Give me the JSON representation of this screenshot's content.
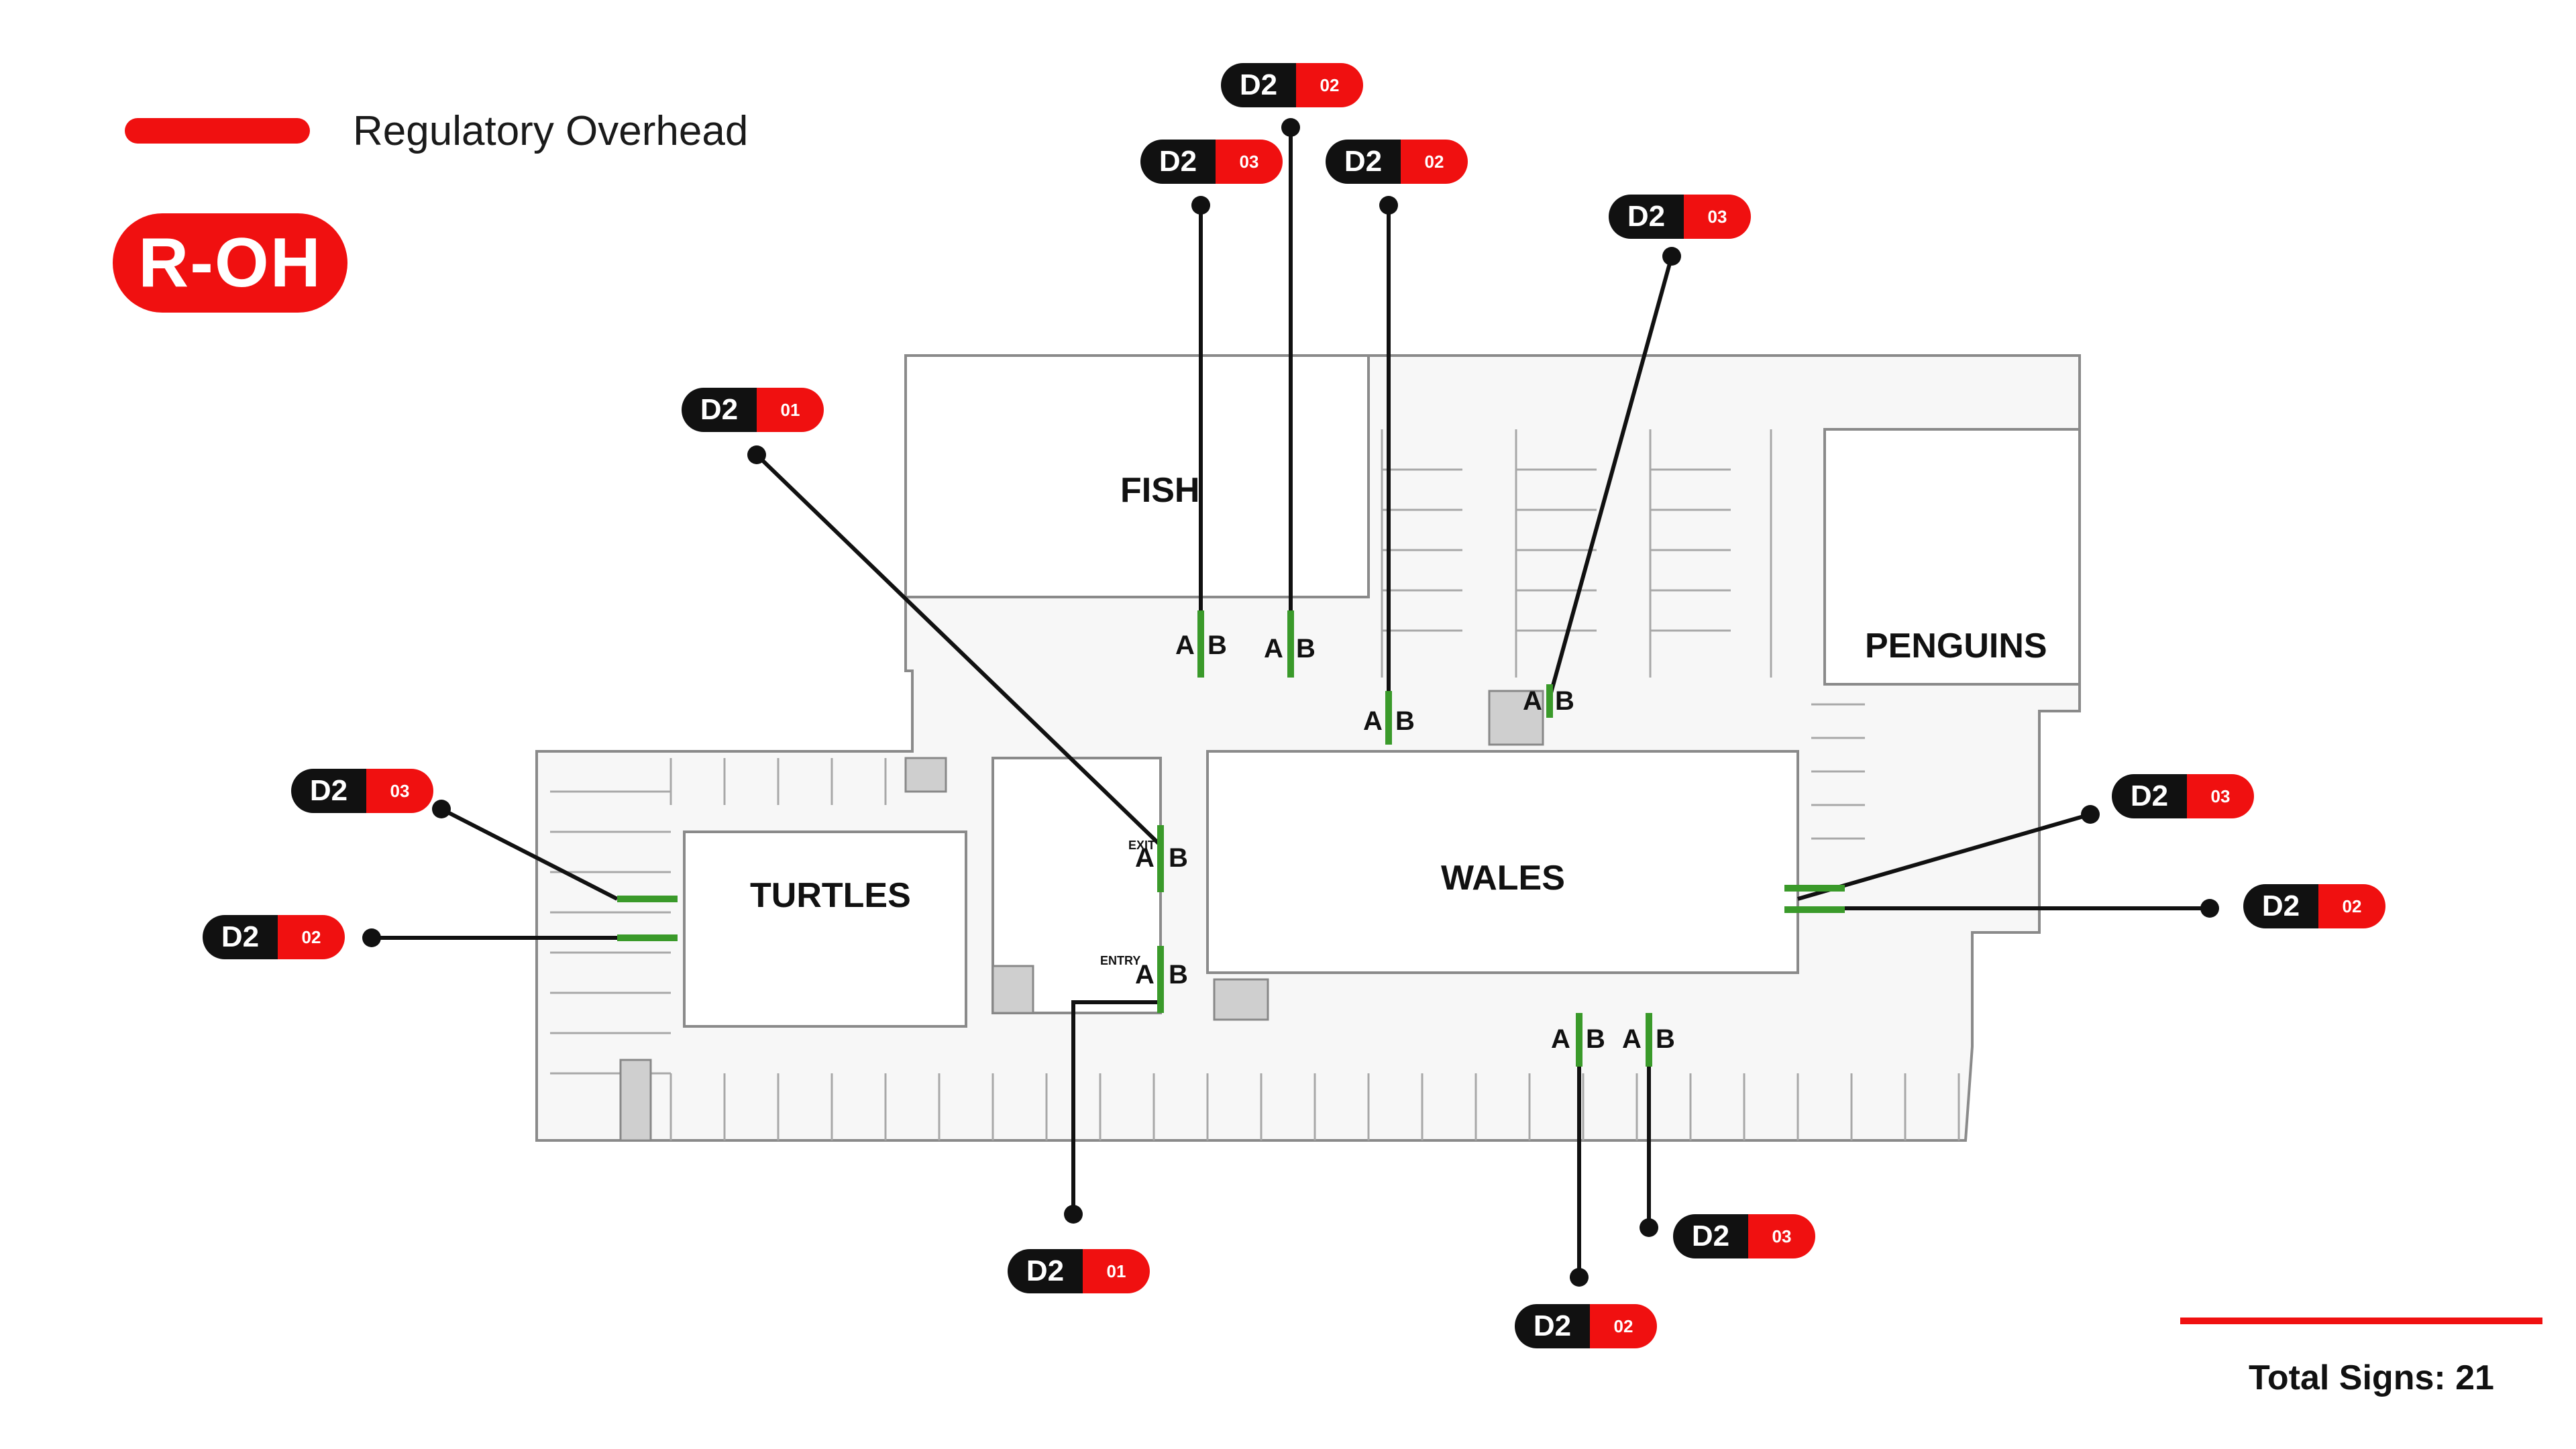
{
  "legend": {
    "label": "Regulatory Overhead",
    "badge_text": "R-OH",
    "color": "#f01010"
  },
  "total": {
    "label": "Total Signs: 21"
  },
  "colors": {
    "sign_red": "#f01010",
    "sign_black": "#111111",
    "green_marker": "#3a9a2a",
    "map_line": "#8a8a8a",
    "map_fill": "#f7f7f7"
  },
  "map": {
    "regions": [
      "FISH",
      "PENGUINS",
      "TURTLES",
      "WALES"
    ],
    "markers": [
      "EXIT",
      "ENTRY"
    ],
    "ab_labels": [
      "A",
      "B"
    ]
  },
  "signs": [
    {
      "code": "D2",
      "number": "02"
    },
    {
      "code": "D2",
      "number": "03"
    },
    {
      "code": "D2",
      "number": "02"
    },
    {
      "code": "D2",
      "number": "03"
    },
    {
      "code": "D2",
      "number": "01"
    },
    {
      "code": "D2",
      "number": "03"
    },
    {
      "code": "D2",
      "number": "02"
    },
    {
      "code": "D2",
      "number": "03"
    },
    {
      "code": "D2",
      "number": "02"
    },
    {
      "code": "D2",
      "number": "03"
    },
    {
      "code": "D2",
      "number": "01"
    },
    {
      "code": "D2",
      "number": "02"
    }
  ]
}
